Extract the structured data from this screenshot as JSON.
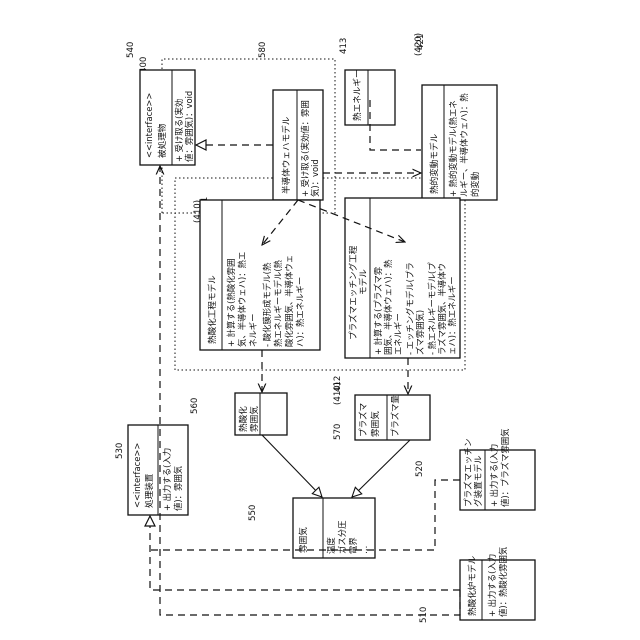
{
  "refs": {
    "r400": "400",
    "r413": "413",
    "r421": "421",
    "r420a": "(420)",
    "r580": "580",
    "r540": "540",
    "r411": "411",
    "r410a": "(410)",
    "r412": "412",
    "r410b": "(410)",
    "r560": "560",
    "r570": "570",
    "r550": "550",
    "r530": "530",
    "r520": "520",
    "r510": "510"
  },
  "boxes": {
    "b540": {
      "stereo": "<<interface>>",
      "title": "被処理物",
      "op1": "+ 受け取る(実効",
      "op2": "値：雰囲気)：void"
    },
    "b580": {
      "title": "半導体ウェハモデル",
      "op1": "+ 受け取る(実効値：雰囲",
      "op2": "気)：void"
    },
    "b413": {
      "title": "熱エネルギー"
    },
    "b421": {
      "title": "熱的変動モデル",
      "op1": "+ 熱的変動モデル(熱エネ",
      "op2": "ルギー、半導体ウェハ)：熱",
      "op3": "的変動"
    },
    "b411": {
      "title": "熱酸化工程モデル",
      "l1": "+ 計算する(熱酸化雰囲",
      "l2": "気、半導体ウェハ)：熱エ",
      "l3": "ネルギー",
      "l4": "- 酸化膜形成モデル(熱",
      "l5": "熱エネルギーモデル(熱",
      "l6": "酸化雰囲気、半導体ウェ",
      "l7": "ハ)：熱エネルギー"
    },
    "b412": {
      "title1": "プラズマエッチング工程",
      "title2": "モデル",
      "l1": "+ 計算する(プラズマ雰",
      "l2": "囲気、半導体ウェハ)：熱",
      "l3": "エネルギー",
      "l4": "- エッチングモデル(プラ",
      "l5": "ズマ雰囲気)",
      "l6": "- 熱エネルギーモデル(プ",
      "l7": "ラズマ雰囲気、半導体ウ",
      "l8": "ェハ)：熱エネルギー"
    },
    "b560": {
      "t1": "熱酸化",
      "t2": "雰囲気"
    },
    "b570": {
      "t1": "プラズマ",
      "t2": "雰囲気",
      "attr": "プラズマ量"
    },
    "b550": {
      "title": "雰囲気",
      "a1": "温度",
      "a2": "ガス分圧",
      "a3": "電界",
      "a4": "…"
    },
    "b530": {
      "stereo": "<<interface>>",
      "title": "処理装置",
      "op1": "+ 出力する(入力",
      "op2": "値)：雰囲気"
    },
    "b520": {
      "t1": "プラズマエッチン",
      "t2": "グ装置モデル",
      "op1": "+ 出力する(入力",
      "op2": "値)：プラズマ雰囲気"
    },
    "b510": {
      "title": "熱酸化炉モデル",
      "op1": "+ 出力する(入力",
      "op2": "値)：熱酸化雰囲気"
    }
  }
}
